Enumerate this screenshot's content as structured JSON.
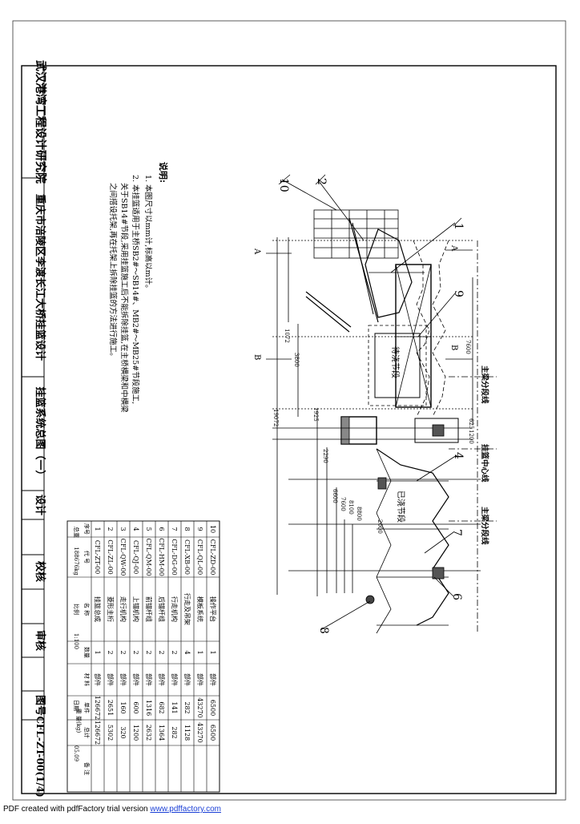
{
  "institute": "武汉港湾工程设计研究院",
  "project": "重庆市涪陵区李渡长江大桥挂篮设计",
  "drawing_title": "挂篮系统总图（一）",
  "roles": {
    "design": "设计",
    "check": "校核",
    "review": "审核",
    "drawing_no_label": "图号"
  },
  "drawing_no": "CFL-ZT-00(1/4)",
  "notes": {
    "heading": "说明:",
    "line1": "1. 本图尺寸以mm计,标高以m计。",
    "line2": "2. 本挂篮适用于主桥SB2#～SB14#、MB2#～MB25#节段施工,",
    "line3": "关于SB14#节段,采用挂篮施工后不能拆除挂篮,在主桥横梁和中横梁",
    "line4": "之间搭设托架,再在托架上拆除挂篮的方法进行施工。"
  },
  "callouts": [
    "1",
    "2",
    "4",
    "6",
    "7",
    "8",
    "9",
    "10"
  ],
  "section_marks": {
    "a": "A",
    "b": "B"
  },
  "center_labels": {
    "main_beam_line_top": "主梁分段线",
    "hanger_center": "挂篮中心线",
    "main_beam_line_bottom": "主梁分段线"
  },
  "segment_labels": {
    "pouring": "待浇节段",
    "poured": "已浇节段"
  },
  "dimensions": {
    "d7600_top": "7600",
    "d1072": "1072",
    "d3800": "3800",
    "d19072": "19072",
    "d1925": "1925",
    "d625": "625",
    "d1200": "1200",
    "d2290": "2290",
    "d6600": "6600",
    "d7600": "7600",
    "d8100": "8100",
    "d8800": "8800",
    "d2000": "2000"
  },
  "bom": {
    "columns": [
      "序号",
      "代  号",
      "名  称",
      "数量",
      "材  料",
      "单件",
      "总计",
      "备  注"
    ],
    "weight_header": "重  量(kg)",
    "rows": [
      {
        "no": "10",
        "code": "CFL-ZD-00",
        "name": "操作平台",
        "qty": "1",
        "material": "部件",
        "unit": "6500",
        "total": "6500"
      },
      {
        "no": "9",
        "code": "CFL-QL-00",
        "name": "模板系统",
        "qty": "1",
        "material": "部件",
        "unit": "43270",
        "total": "43270"
      },
      {
        "no": "8",
        "code": "CFL-XB-00",
        "name": "行走及吊架",
        "qty": "4",
        "material": "部件",
        "unit": "282",
        "total": "1128"
      },
      {
        "no": "7",
        "code": "CFL-DG-00",
        "name": "行走机构",
        "qty": "2",
        "material": "部件",
        "unit": "141",
        "total": "282"
      },
      {
        "no": "6",
        "code": "CFL-HM-00",
        "name": "后锚杆组",
        "qty": "2",
        "material": "部件",
        "unit": "682",
        "total": "1364"
      },
      {
        "no": "5",
        "code": "CFL-QM-00",
        "name": "前锚杆组",
        "qty": "2",
        "material": "部件",
        "unit": "1316",
        "total": "2632"
      },
      {
        "no": "4",
        "code": "CFL-QJ-00",
        "name": "上锚机构",
        "qty": "2",
        "material": "部件",
        "unit": "600",
        "total": "1200"
      },
      {
        "no": "3",
        "code": "CFL-QW-00",
        "name": "走行机构",
        "qty": "2",
        "material": "部件",
        "unit": "160",
        "total": "320"
      },
      {
        "no": "2",
        "code": "CFL-ZL-00",
        "name": "菱形主桁",
        "qty": "2",
        "material": "部件",
        "unit": "2651",
        "total": "5302"
      },
      {
        "no": "1",
        "code": "CFL-ZT-00",
        "name": "挂篮总成",
        "qty": "1",
        "material": "部件",
        "unit": "126672",
        "total": "126672"
      }
    ],
    "stamp": {
      "scale_label": "比例",
      "scale": "1:100",
      "date_label": "日期",
      "date": "05.09",
      "sheet_label": "总重",
      "sheet": "188676kg"
    }
  },
  "footer": {
    "prefix": "PDF created with pdfFactory trial version ",
    "link": "www.pdffactory.com"
  }
}
